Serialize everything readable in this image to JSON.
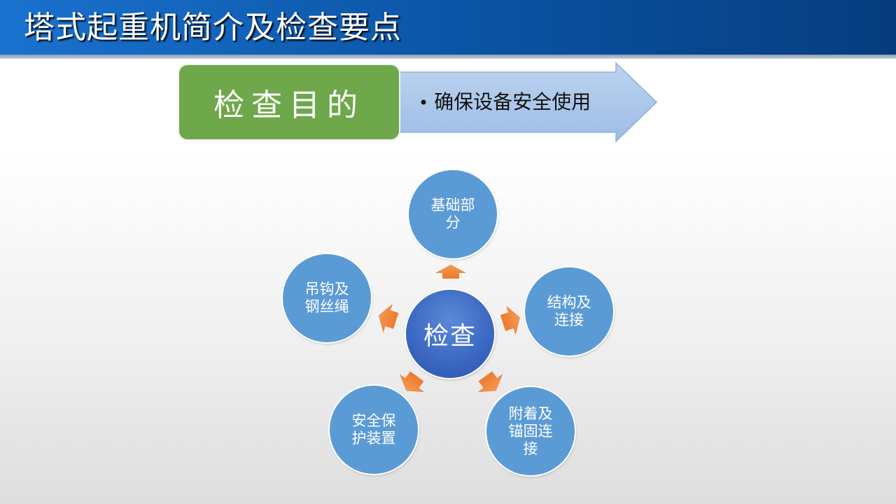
{
  "slide": {
    "title": "塔式起重机简介及检查要点"
  },
  "purpose": {
    "label": "检查目的",
    "item": "确保设备安全使用",
    "bullet": "•"
  },
  "diagram": {
    "center": "检查",
    "nodes": [
      {
        "label": "基础部分"
      },
      {
        "label": "结构及连接"
      },
      {
        "label": "附着及锚固连接"
      },
      {
        "label": "安全保护装置"
      },
      {
        "label": "吊钩及钢丝绳"
      }
    ]
  },
  "colors": {
    "header": "#0b55a6",
    "purpose_box": "#6ea84a",
    "arrow_fill": "#a4c2e6",
    "node_fill": "#5b9bd5",
    "center_fill": "#3a66c0",
    "connector_arrow": "#f0843c"
  }
}
